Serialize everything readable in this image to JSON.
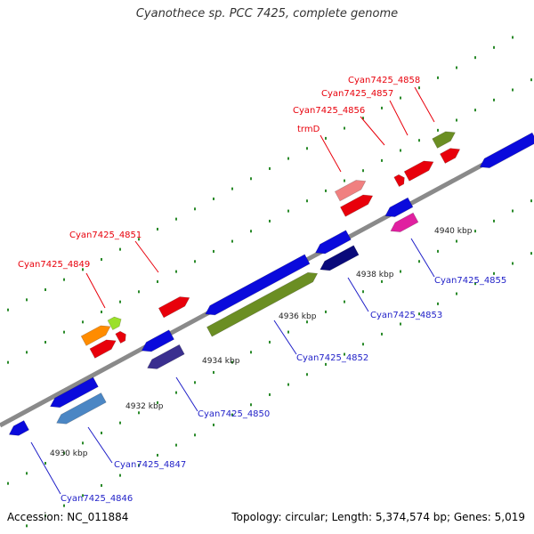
{
  "title": "Cyanothece sp. PCC 7425, complete genome",
  "accession": "Accession: NC_011884",
  "summary": "Topology: circular; Length: 5,374,574 bp; Genes: 5,019",
  "ticks": [
    "4930 kbp",
    "4932 kbp",
    "4934 kbp",
    "4936 kbp",
    "4938 kbp",
    "4940 kbp"
  ],
  "top_labels": [
    "Cyan7425_4849",
    "Cyan7425_4851",
    "trmD",
    "Cyan7425_4856",
    "Cyan7425_4857",
    "Cyan7425_4858"
  ],
  "bottom_labels": [
    "Cyan7425_4846",
    "Cyan7425_4847",
    "Cyan7425_4850",
    "Cyan7425_4852",
    "Cyan7425_4853",
    "Cyan7425_4855"
  ],
  "colors": {
    "label_forward": "#e8000b",
    "label_reverse": "#1f1fc8",
    "backbone": "#8a8a8a",
    "dots": "#2a8a2a"
  }
}
